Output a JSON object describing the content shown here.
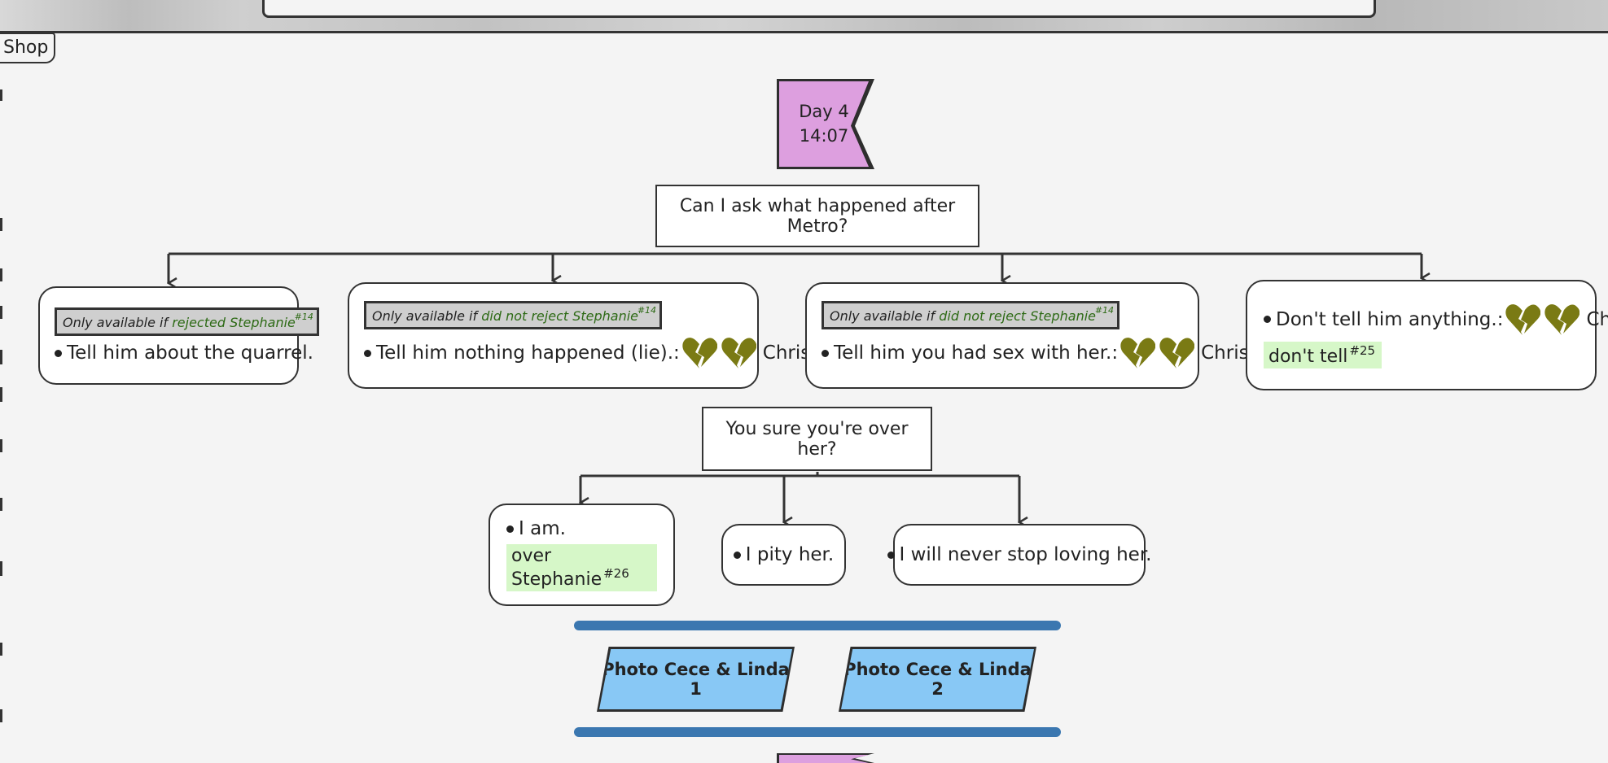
{
  "nav": {
    "shop_label": "Shop"
  },
  "day_marker": {
    "day": "Day 4",
    "time": "14:07"
  },
  "question_1": {
    "text": "Can I ask what happened after Metro?"
  },
  "choices_1": [
    {
      "condition_prefix": "Only available if",
      "condition": "rejected Stephanie",
      "condition_ref": "#14",
      "text": "Tell him about the quarrel."
    },
    {
      "condition_prefix": "Only available if",
      "condition": "did not reject Stephanie",
      "condition_ref": "#14",
      "text": "Tell him nothing happened (lie).:",
      "hearts": [
        "broken-heart-icon",
        "broken-heart-icon"
      ],
      "character": "Chris"
    },
    {
      "condition_prefix": "Only available if",
      "condition": "did not reject Stephanie",
      "condition_ref": "#14",
      "text": "Tell him you had sex with her.:",
      "hearts": [
        "broken-heart-icon",
        "broken-heart-icon"
      ],
      "character": "Chris"
    },
    {
      "text": "Don't tell him anything.:",
      "hearts": [
        "broken-heart-icon",
        "broken-heart-icon"
      ],
      "character": "Chris",
      "tag": "don't tell",
      "tag_ref": "#25"
    }
  ],
  "question_2": {
    "text": "You sure you're over her?"
  },
  "choices_2": [
    {
      "text": "I am.",
      "tag": "over Stephanie",
      "tag_ref": "#26"
    },
    {
      "text": "I pity her."
    },
    {
      "text": "I will never stop loving her."
    }
  ],
  "photos": [
    {
      "label": "Photo Cece & Linda 1"
    },
    {
      "label": "Photo Cece & Linda 2"
    }
  ],
  "colors": {
    "day_marker": "#dd9fdf",
    "photo": "#88c8f5",
    "separator": "#3b77b0",
    "tag": "#d6f7c8",
    "heart": "#7a7a14",
    "condition_text": "#2d6a15"
  }
}
